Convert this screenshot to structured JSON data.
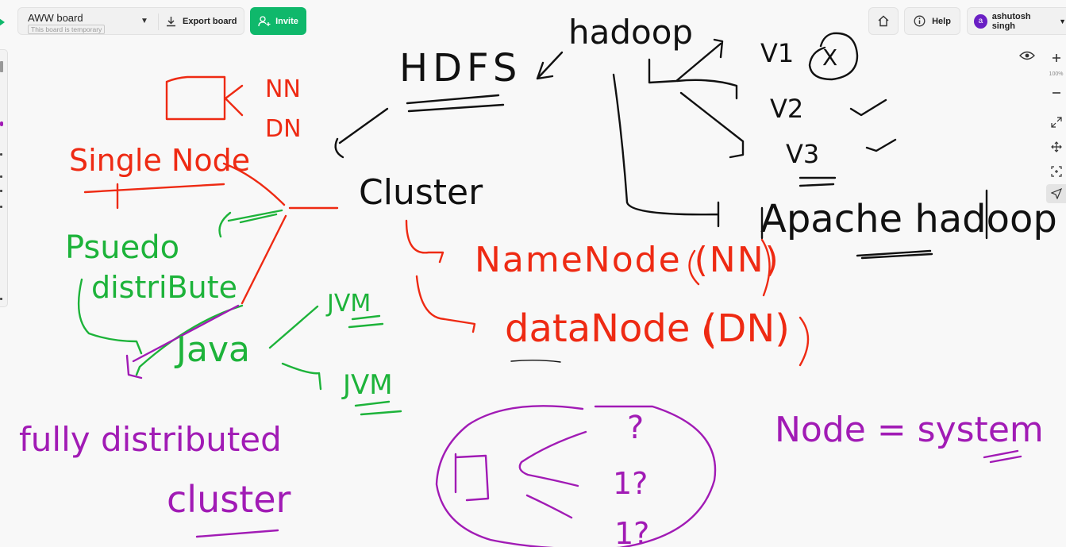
{
  "board": {
    "title": "AWW board",
    "subtitle": "This board is temporary",
    "export_label": "Export board",
    "invite_label": "Invite"
  },
  "header": {
    "help_label": "Help",
    "user_name": "ashutosh singh",
    "user_initial": "a"
  },
  "zoom": {
    "level": "100%"
  },
  "colors": {
    "accent": "#0fb86b",
    "ink_black": "#111111",
    "ink_red": "#ee2a13",
    "ink_green": "#1db33a",
    "ink_purple": "#a11bb5",
    "avatar": "#6a1fc4"
  },
  "icons": {
    "export": "download-icon",
    "invite": "add-user-icon",
    "home": "home-icon",
    "help": "info-icon",
    "view": "eye-icon",
    "zoom_in": "plus-icon",
    "zoom_out": "minus-icon",
    "fullscreen": "expand-icon",
    "pan": "move-icon",
    "fit": "fit-screen-icon",
    "pointer": "pointer-icon"
  },
  "canvas_text": {
    "hadoop": "hadoop",
    "hdfs": "HDFS",
    "cluster": "Cluster",
    "v1": "V1",
    "x_mark": "X",
    "v2": "V2",
    "v3": "V3",
    "apache_hadoop": "Apache hadoop",
    "nn": "NN",
    "dn": "DN",
    "single_node": "Single Node",
    "pseudo": "Psuedo",
    "distribute": "distriBute",
    "java": "Java",
    "jvm1": "JVM",
    "jvm2": "JVM",
    "namenode": "NameNode (NN)",
    "datanode": "dataNode (DN)",
    "fully_distributed": "fully distributed",
    "cluster2": "cluster",
    "node_system": "Node = system",
    "q1": "?",
    "q2": "1?",
    "q3": "1?"
  }
}
